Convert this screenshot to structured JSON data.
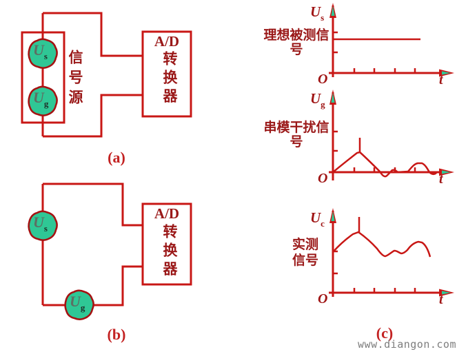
{
  "colors": {
    "wire_red": "#c81715",
    "text_maroon": "#9a1818",
    "source_green": "#2fc795",
    "caption_red": "#c32222",
    "watermark_gray": "#7d7d7d"
  },
  "panel_a": {
    "caption": "(a)",
    "source_box_label": "信号源",
    "sources": [
      {
        "name": "U",
        "sub": "s"
      },
      {
        "name": "U",
        "sub": "g"
      }
    ],
    "adc_line1": "A/D",
    "adc_line2": "转换器"
  },
  "panel_b": {
    "caption": "(b)",
    "sources": [
      {
        "name": "U",
        "sub": "s"
      },
      {
        "name": "U",
        "sub": "g"
      }
    ],
    "adc_line1": "A/D",
    "adc_line2": "转换器"
  },
  "panel_c": {
    "caption": "(c)",
    "plots": [
      {
        "y_label": "U",
        "y_sub": "s",
        "desc": "理想被测信号",
        "origin": "O",
        "x_label": "t"
      },
      {
        "y_label": "U",
        "y_sub": "g",
        "desc": "串模干扰信号",
        "origin": "O",
        "x_label": "t"
      },
      {
        "y_label": "U",
        "y_sub": "c",
        "desc": "实测信号",
        "origin": "O",
        "x_label": "t"
      }
    ]
  },
  "watermark": "www.diangon.com"
}
